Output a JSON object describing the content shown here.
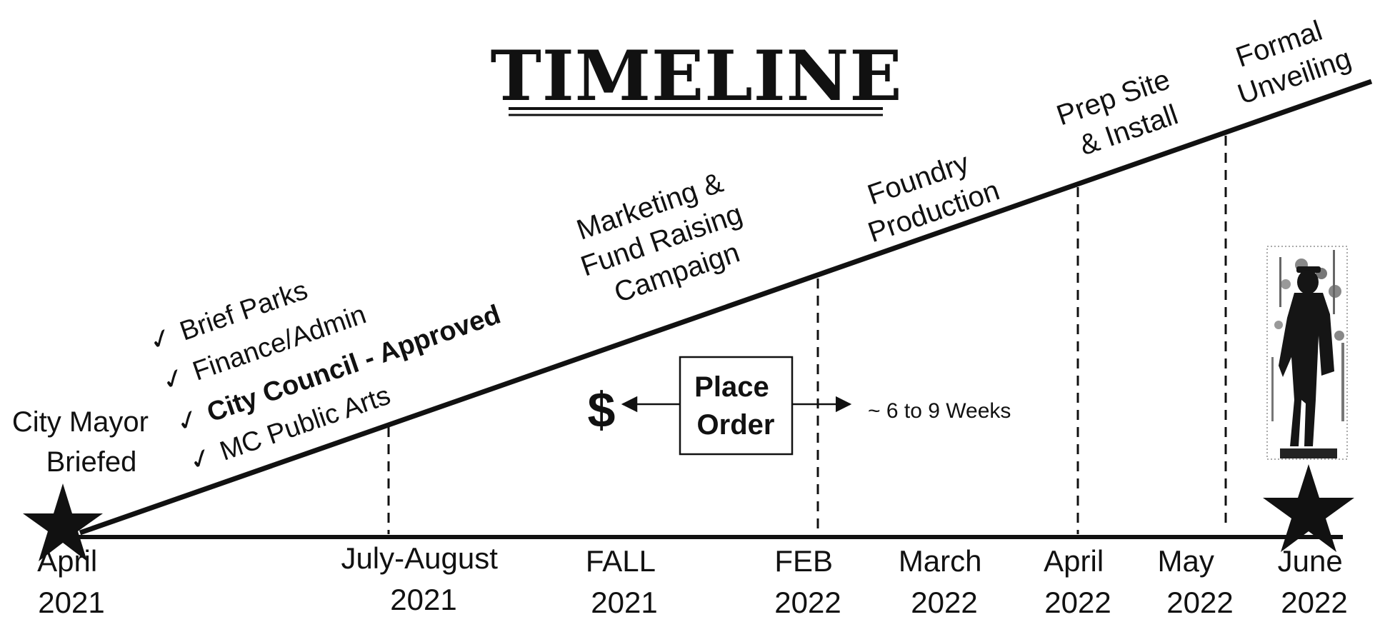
{
  "title": "TIMELINE",
  "start_label": [
    "City Mayor",
    "Briefed"
  ],
  "checklist": [
    {
      "check": "✓",
      "text": "Brief Parks",
      "bold": false
    },
    {
      "check": "✓",
      "text": "Finance/Admin",
      "bold": false
    },
    {
      "check": "✓",
      "text": "City Council - Approved",
      "bold": true
    },
    {
      "check": "✓",
      "text": "MC Public Arts",
      "bold": false
    }
  ],
  "phases": {
    "marketing": [
      "Marketing &",
      "Fund Raising",
      "Campaign"
    ],
    "foundry": [
      "Foundry",
      "Production"
    ],
    "prep": [
      "Prep Site",
      "& Install"
    ],
    "unveiling": [
      "Formal",
      "Unveiling"
    ]
  },
  "order": {
    "currency_symbol": "$",
    "box": [
      "Place",
      "Order"
    ],
    "duration": "~ 6 to 9 Weeks"
  },
  "dates": [
    [
      "April",
      "2021"
    ],
    [
      "July-August",
      "2021"
    ],
    [
      "FALL",
      "2021"
    ],
    [
      "FEB",
      "2022"
    ],
    [
      "March",
      "2022"
    ],
    [
      "April",
      "2022"
    ],
    [
      "May",
      "2022"
    ],
    [
      "June",
      "2022"
    ]
  ]
}
